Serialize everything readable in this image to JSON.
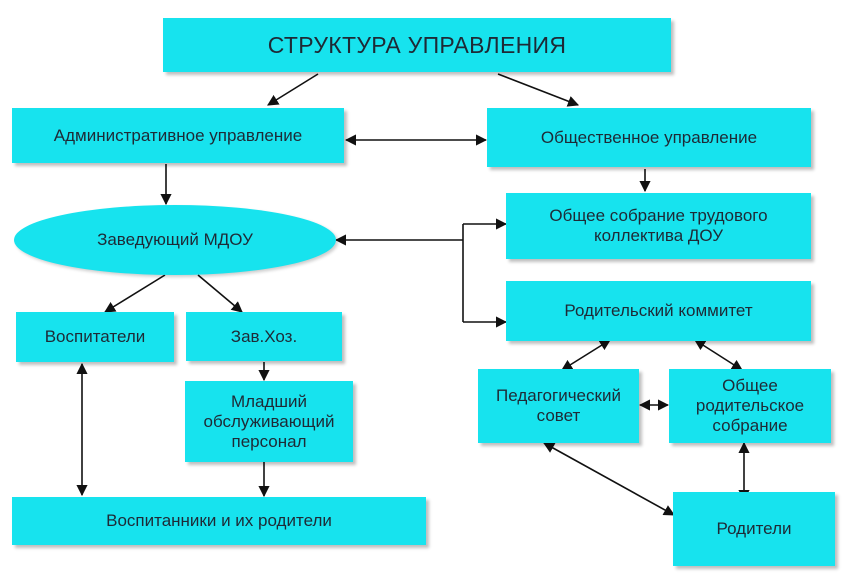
{
  "diagram": {
    "title": "СТРУКТУРА УПРАВЛЕНИЯ",
    "nodes": {
      "admin": "Административное управление",
      "public": "Общественное управление",
      "head": "Заведующий МДОУ",
      "assembly_line1": "Общее собрание трудового",
      "assembly_line2": "коллектива ДОУ",
      "parent_committee": "Родительский коммитет",
      "teachers": "Воспитатели",
      "supply_head": "Зав.Хоз.",
      "staff_line1": "Младший",
      "staff_line2": "обслуживающий",
      "staff_line3": "персонал",
      "ped_council_line1": "Педагогический",
      "ped_council_line2": "совет",
      "parent_meeting_line1": "Общее",
      "parent_meeting_line2": "родительское",
      "parent_meeting_line3": "собрание",
      "pupils": "Воспитанники и их родители",
      "parents": "Родители"
    },
    "colors": {
      "box_fill": "#17e3ee",
      "text": "#1e2a36",
      "arrow": "#111111"
    }
  }
}
